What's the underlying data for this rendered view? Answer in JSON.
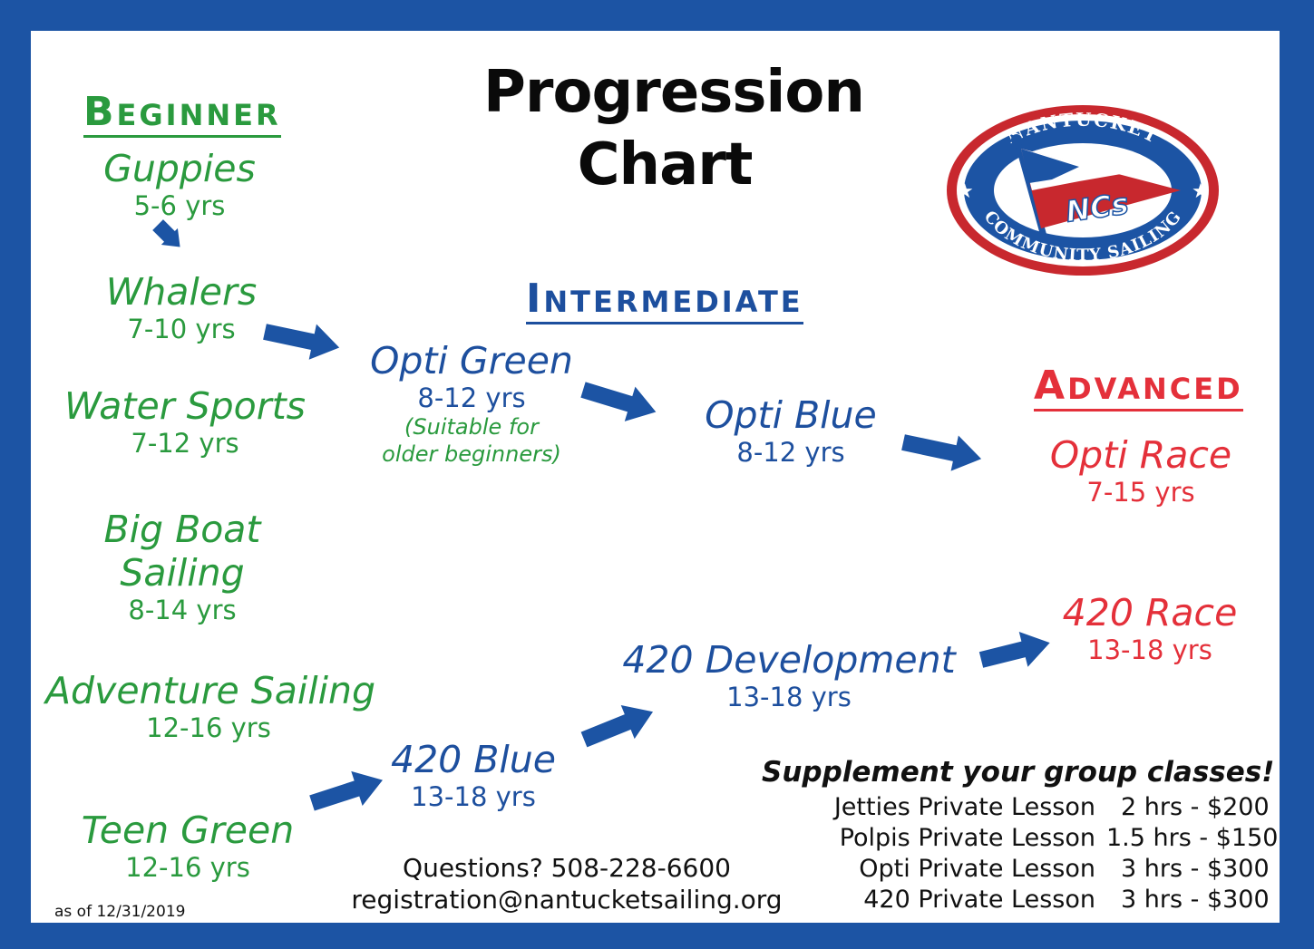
{
  "title_line1": "Progression",
  "title_line2": "Chart",
  "logo": {
    "top_text": "NANTUCKET",
    "flag_text": "NCs",
    "bottom_text": "COMMUNITY SAILING"
  },
  "beginner": {
    "heading_first": "B",
    "heading_rest": "EGINNER",
    "items": [
      {
        "name": "Guppies",
        "age": "5-6 yrs"
      },
      {
        "name": "Whalers",
        "age": "7-10 yrs"
      },
      {
        "name": "Water Sports",
        "age": "7-12 yrs"
      },
      {
        "name_line1": "Big Boat",
        "name_line2": "Sailing",
        "age": "8-14 yrs"
      },
      {
        "name": "Adventure Sailing",
        "age": "12-16 yrs"
      },
      {
        "name": "Teen Green",
        "age": "12-16 yrs"
      }
    ]
  },
  "intermediate": {
    "heading_first": "I",
    "heading_rest": "NTERMEDIATE",
    "items": [
      {
        "name": "Opti Green",
        "age": "8-12 yrs",
        "note_line1": "(Suitable for",
        "note_line2": "older beginners)"
      },
      {
        "name": "Opti Blue",
        "age": "8-12 yrs"
      },
      {
        "name": "420 Blue",
        "age": "13-18 yrs"
      },
      {
        "name": "420 Development",
        "age": "13-18 yrs"
      }
    ]
  },
  "advanced": {
    "heading_first": "A",
    "heading_rest": "DVANCED",
    "items": [
      {
        "name": "Opti Race",
        "age": "7-15 yrs"
      },
      {
        "name": "420 Race",
        "age": "13-18 yrs"
      }
    ]
  },
  "contact": {
    "phone_line": "Questions? 508-228-6600",
    "email": "registration@nantucketsailing.org"
  },
  "supplement": {
    "title": "Supplement your group classes!",
    "rows": [
      {
        "lesson": "Jetties Private Lesson",
        "price": "2 hrs - $200"
      },
      {
        "lesson": "Polpis Private Lesson",
        "price": "1.5 hrs - $150"
      },
      {
        "lesson": "Opti Private Lesson",
        "price": "3 hrs - $300"
      },
      {
        "lesson": "420 Private Lesson",
        "price": "3 hrs - $300"
      }
    ]
  },
  "as_of": "as of 12/31/2019",
  "colors": {
    "border": "#1c54a4",
    "beginner": "#2a9a3e",
    "intermediate": "#1d4f9e",
    "advanced": "#e4303a",
    "arrow": "#1c54a4"
  }
}
